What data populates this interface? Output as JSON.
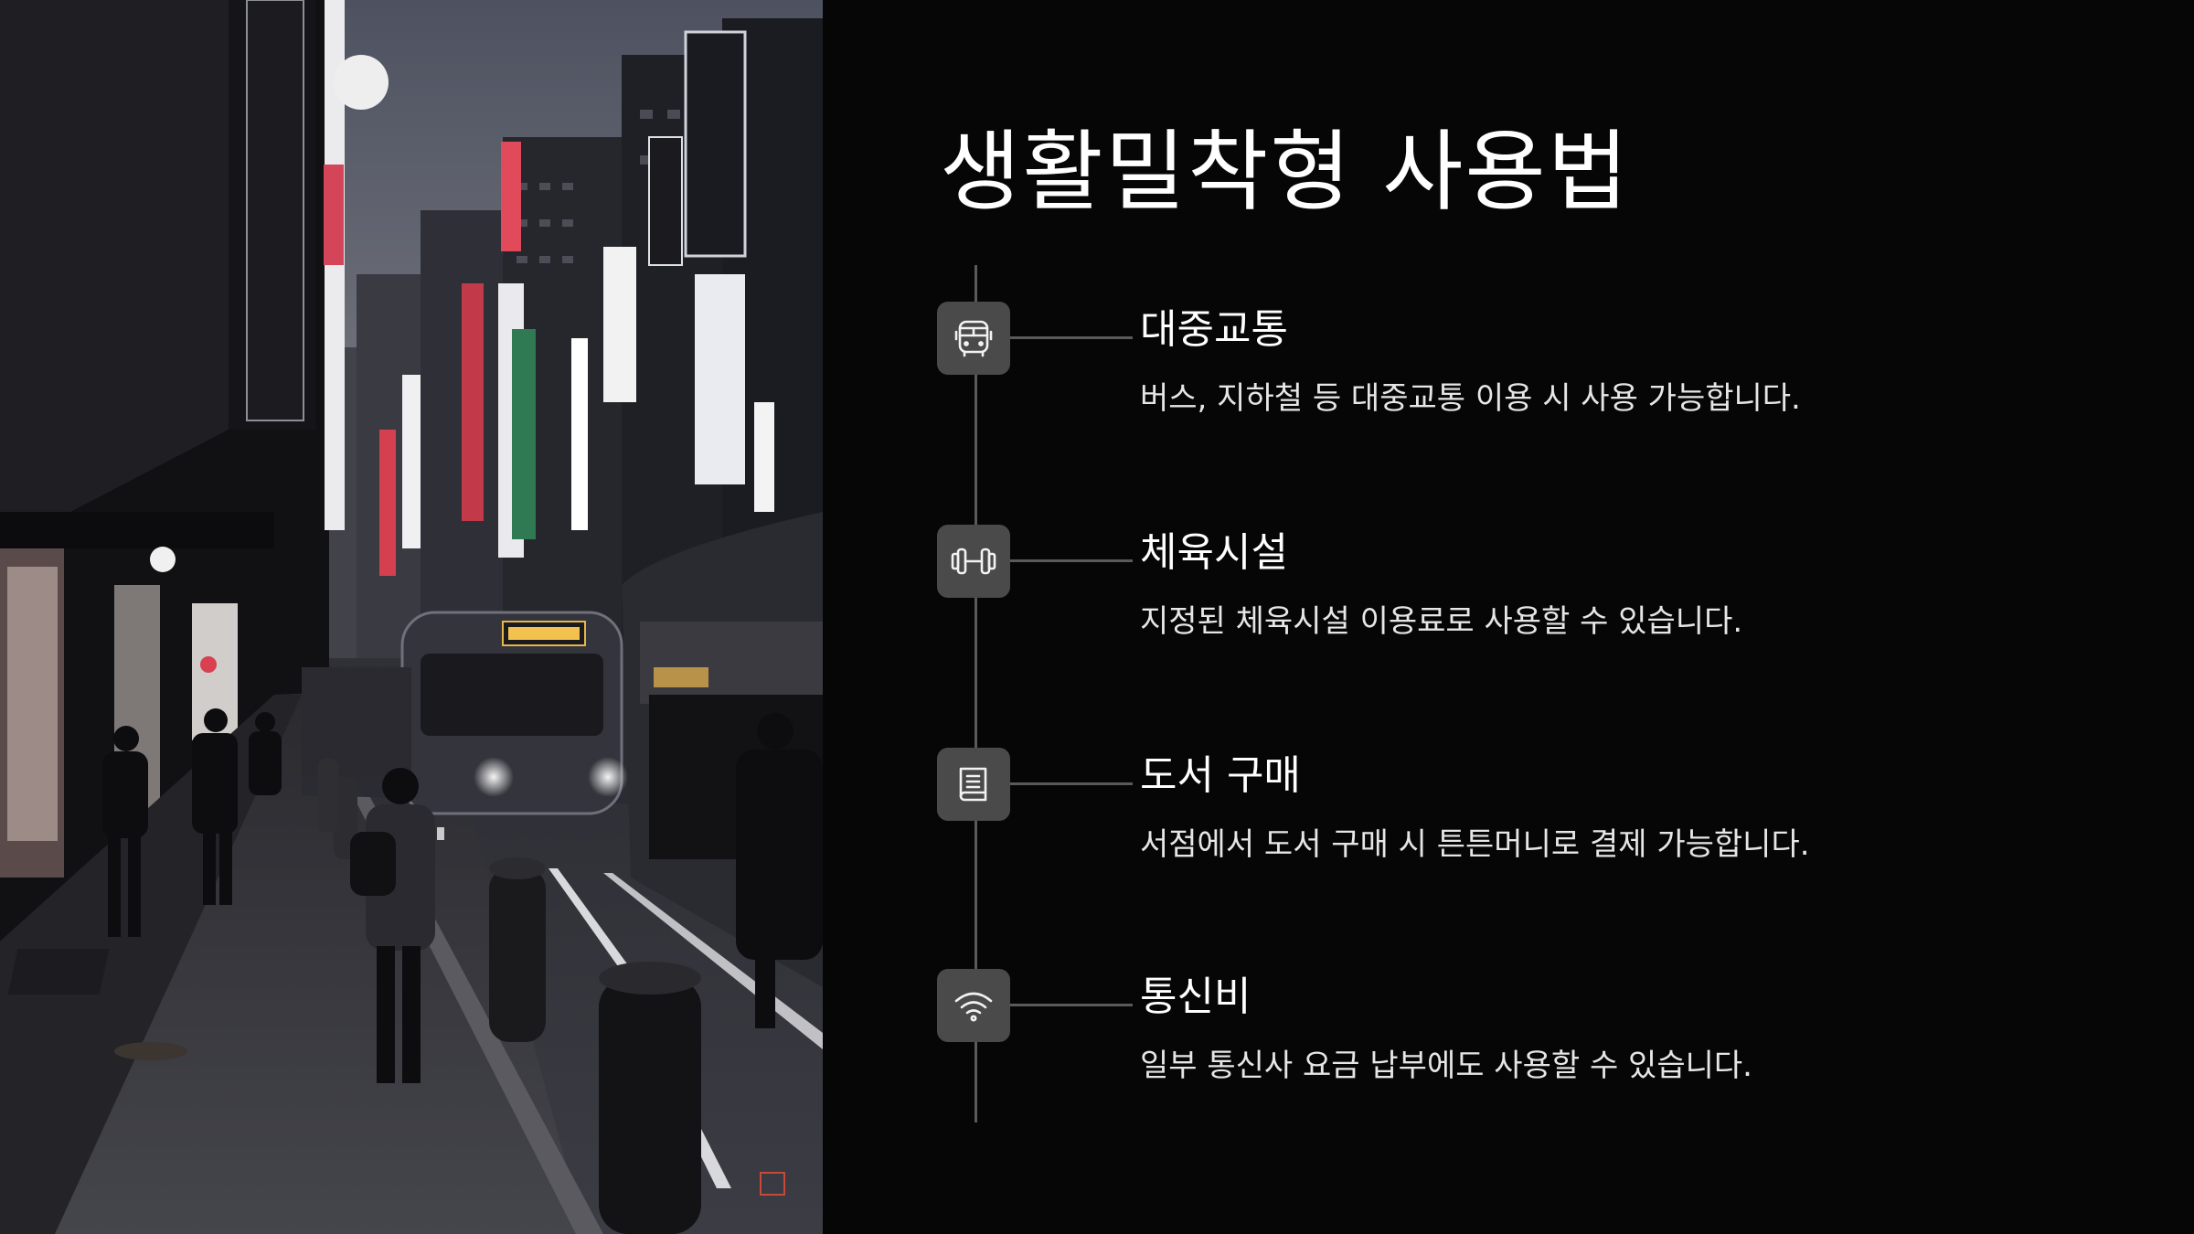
{
  "slide": {
    "title": "생활밀착형 사용법",
    "accent_color": "#4a4a4a",
    "background_color": "#060606",
    "photo": {
      "description_icon": "street-scene-image"
    },
    "items": [
      {
        "icon": "bus-icon",
        "title": "대중교통",
        "description": "버스, 지하철 등 대중교통 이용 시 사용 가능합니다."
      },
      {
        "icon": "dumbbell-icon",
        "title": "체육시설",
        "description": "지정된 체육시설 이용료로 사용할 수 있습니다."
      },
      {
        "icon": "book-icon",
        "title": "도서 구매",
        "description": "서점에서 도서 구매 시 튼튼머니로 결제 가능합니다."
      },
      {
        "icon": "wifi-icon",
        "title": "통신비",
        "description": "일부 통신사 요금 납부에도 사용할 수 있습니다."
      }
    ]
  }
}
